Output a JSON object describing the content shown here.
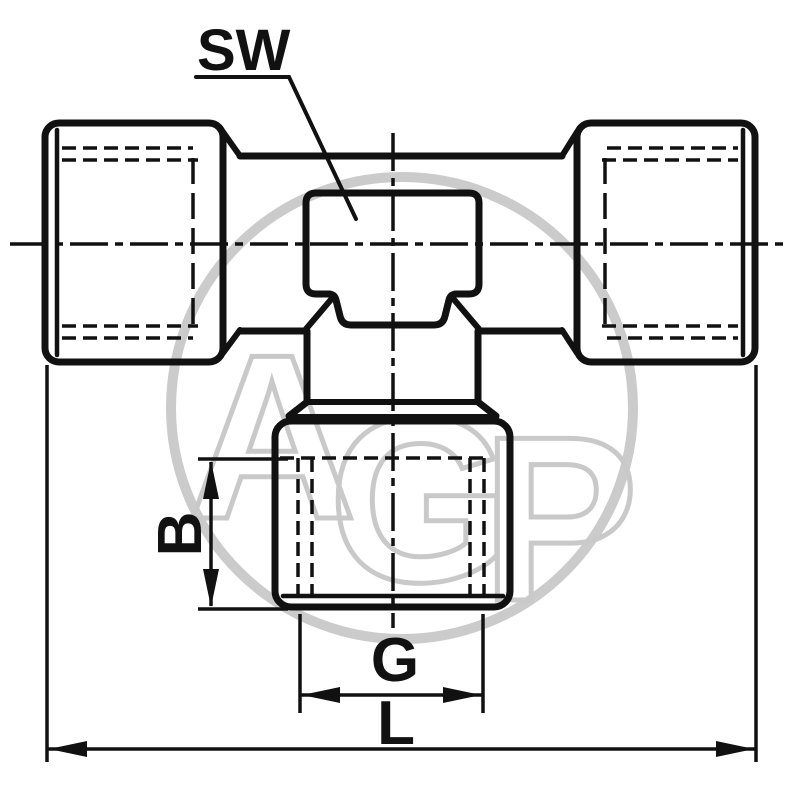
{
  "drawing": {
    "dimension_labels": {
      "wrench_size": "SW",
      "thread_depth": "B",
      "thread": "G",
      "overall_length": "L"
    },
    "watermark": {
      "letter_a": "A",
      "letter_g": "G",
      "letter_p": "P"
    },
    "colors": {
      "line": "#111111",
      "watermark": "#c9c9c9",
      "background": "#ffffff"
    }
  }
}
